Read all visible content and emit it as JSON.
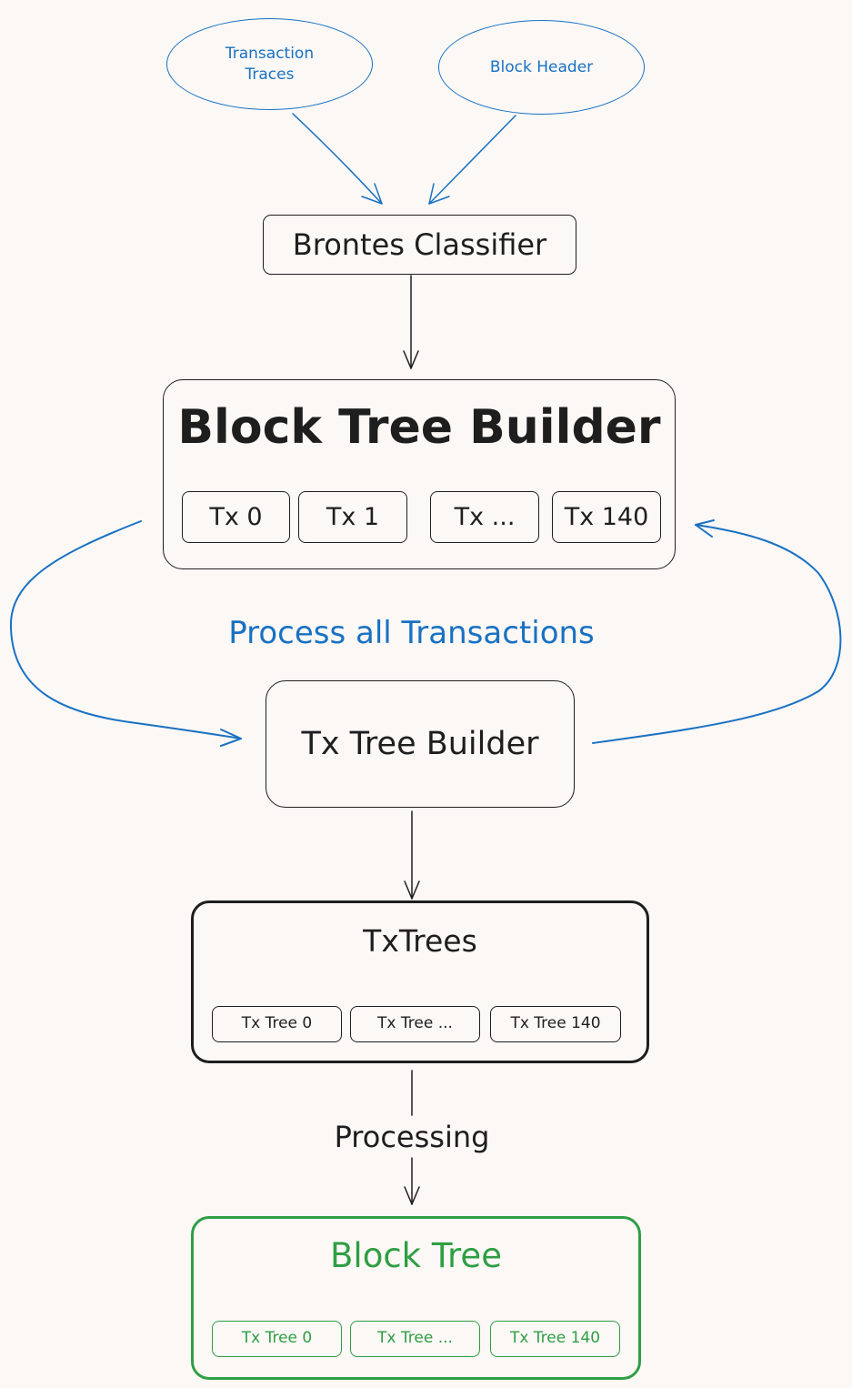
{
  "inputs": {
    "traces_line1": "Transaction",
    "traces_line2": "Traces",
    "header": "Block Header"
  },
  "classifier": {
    "label": "Brontes Classifier"
  },
  "block_tree_builder": {
    "title": "Block Tree Builder",
    "txs": [
      "Tx 0",
      "Tx 1",
      "Tx ...",
      "Tx 140"
    ]
  },
  "loop_label": "Process all Transactions",
  "tx_tree_builder": {
    "label": "Tx Tree Builder"
  },
  "tx_trees": {
    "title": "TxTrees",
    "items": [
      "Tx Tree 0",
      "Tx Tree ...",
      "Tx Tree 140"
    ]
  },
  "processing_label": "Processing",
  "block_tree": {
    "title": "Block Tree",
    "items": [
      "Tx Tree 0",
      "Tx Tree ...",
      "Tx Tree 140"
    ]
  },
  "colors": {
    "stroke": "#1e1e1e",
    "blue": "#1971c2",
    "green": "#2f9e44",
    "background": "#fcf8f6"
  }
}
